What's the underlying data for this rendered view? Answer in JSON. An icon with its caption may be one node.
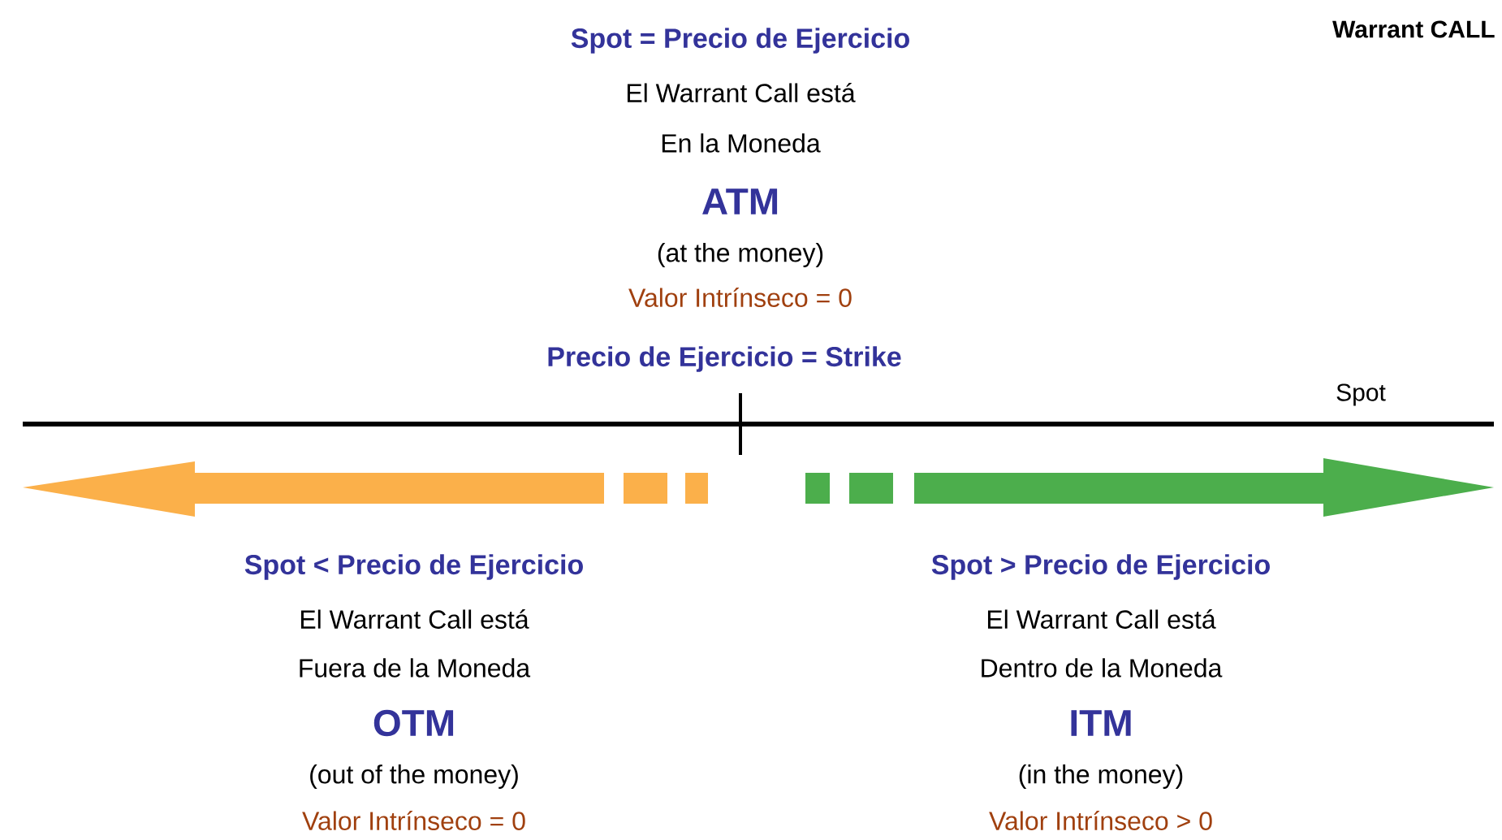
{
  "diagram": {
    "title": "Warrant CALL",
    "labels": [
      "Spot = Precio de Ejercicio",
      "El Warrant Call está",
      "En la Moneda",
      "ATM",
      "(at the money)",
      "Valor Intrínseco = 0",
      "Precio de Ejercicio = Strike",
      "Spot",
      "Spot < Precio de Ejercicio",
      "El Warrant Call está",
      "Fuera de la Moneda",
      "OTM",
      "(out of the money)",
      "Valor Intrínseco = 0",
      "Spot > Precio de Ejercicio",
      "El Warrant Call está",
      "Dentro de la Moneda",
      "ITM",
      "(in the money)",
      "Valor Intrínseco > 0"
    ]
  }
}
